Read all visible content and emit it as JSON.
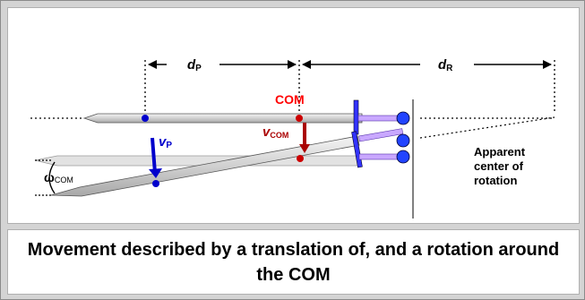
{
  "figure": {
    "label_dp_main": "d",
    "label_dp_sub": "P",
    "label_dr_main": "d",
    "label_dr_sub": "R",
    "label_com": "COM",
    "label_vp_main": "v",
    "label_vp_sub": "P",
    "label_vcom_main": "v",
    "label_vcom_sub": "COM",
    "label_omega": "ω",
    "label_omega_sub": "COM",
    "apparent_center_line1": "Apparent",
    "apparent_center_line2": "center of",
    "apparent_center_line3": "rotation"
  },
  "caption": {
    "text": "Movement described by a translation of, and a rotation around the COM"
  },
  "colors": {
    "com_label": "#ff0000",
    "com_point": "#cc0000",
    "velocity_p": "#0000cc",
    "velocity_com": "#aa0000",
    "club_head": "#3333ff",
    "shaft_light": "#e0e0e0",
    "shaft_dark": "#aaaaaa"
  }
}
